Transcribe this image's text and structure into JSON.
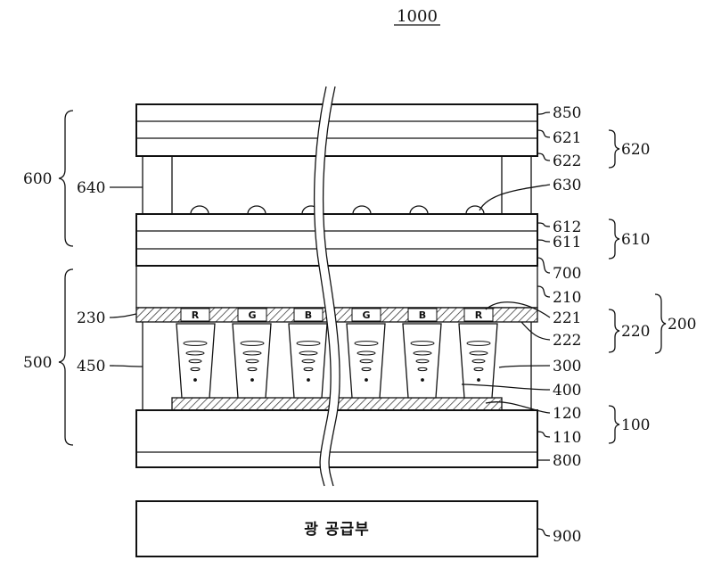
{
  "figure": {
    "title": "1000",
    "light_source_text": "광 공급부",
    "pixels": [
      "R",
      "G",
      "B",
      "G",
      "B",
      "R"
    ],
    "labels": {
      "l850": "850",
      "l621": "621",
      "l622": "622",
      "l620": "620",
      "l630": "630",
      "l612": "612",
      "l611": "611",
      "l610": "610",
      "l700": "700",
      "l210": "210",
      "l221": "221",
      "l222": "222",
      "l220": "220",
      "l200": "200",
      "l300": "300",
      "l400": "400",
      "l120": "120",
      "l110": "110",
      "l100": "100",
      "l800": "800",
      "l900": "900",
      "l600": "600",
      "l640": "640",
      "l230": "230",
      "l500": "500",
      "l450": "450"
    }
  }
}
